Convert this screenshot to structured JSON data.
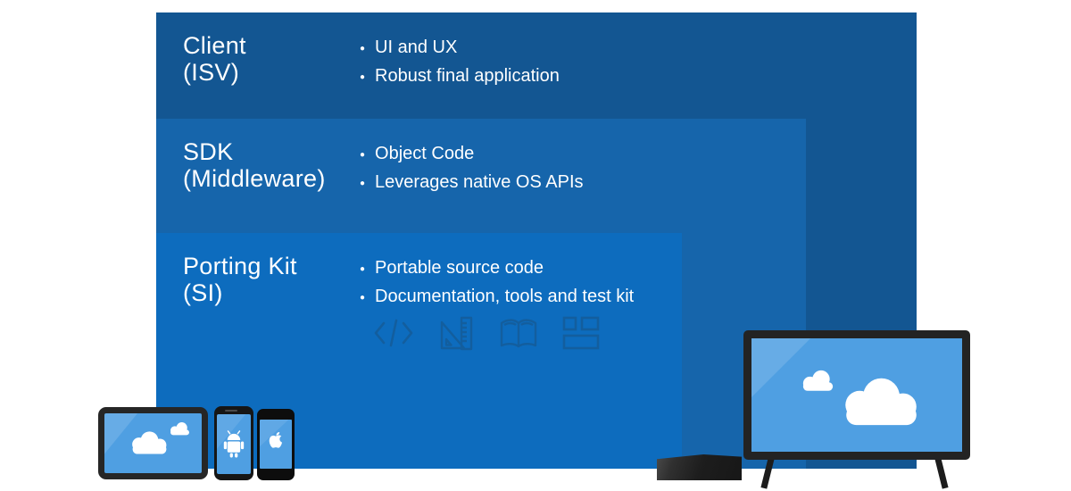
{
  "colors": {
    "page-bg": "#FFFFFF",
    "layer-client": "#135692",
    "layer-sdk": "#1665AB",
    "layer-porting": "#0D6CBE",
    "icon-stroke": "#135E9E",
    "text": "#FFFFFF",
    "screen-blue": "#4F9FE2",
    "device-frame": "#232323",
    "cloud": "#FFFFFF"
  },
  "diagram": {
    "layers": [
      {
        "title": "Client",
        "subtitle": "(ISV)",
        "bullets": [
          "UI and UX",
          "Robust final application"
        ]
      },
      {
        "title": "SDK",
        "subtitle": "(Middleware)",
        "bullets": [
          "Object Code",
          "Leverages native OS APIs"
        ]
      },
      {
        "title": "Porting Kit",
        "subtitle": "(SI)",
        "bullets": [
          "Portable source code",
          "Documentation, tools and test kit"
        ]
      }
    ],
    "tool_icons": [
      "code-icon",
      "set-square-icon",
      "book-icon",
      "tiles-icon"
    ],
    "device_icons": [
      "tablet-icon",
      "android-phone-icon",
      "iphone-icon",
      "set-top-box-icon",
      "tv-icon"
    ],
    "logo_icons": [
      "android-logo-icon",
      "apple-logo-icon",
      "cloud-icon"
    ]
  }
}
